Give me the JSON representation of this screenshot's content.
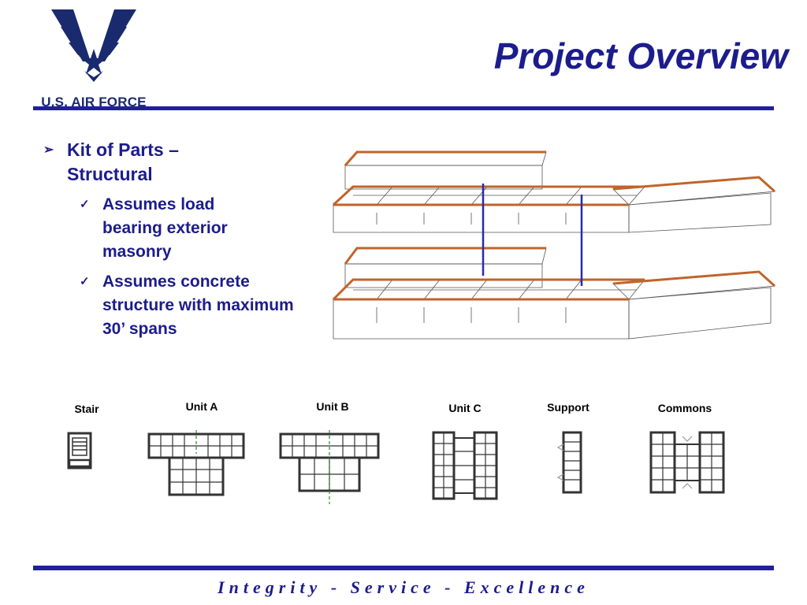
{
  "header": {
    "logo_text": "U.S. AIR FORCE",
    "title": "Project Overview"
  },
  "content": {
    "main_bullet": "Kit of Parts – Structural",
    "sub_bullets": [
      "Assumes load bearing exterior masonry",
      "Assumes concrete structure with maximum 30’ spans"
    ]
  },
  "units": [
    {
      "label": "Stair"
    },
    {
      "label": "Unit A"
    },
    {
      "label": "Unit B"
    },
    {
      "label": "Unit C"
    },
    {
      "label": "Support"
    },
    {
      "label": "Commons"
    }
  ],
  "footer": {
    "motto": "Integrity - Service - Excellence"
  },
  "colors": {
    "brand_blue": "#1c1c8c",
    "slab_orange": "#c0642a",
    "column_blue": "#2a2aa8"
  },
  "icons": {
    "logo": "air-force-wings-icon",
    "main_bullet": "arrow-bullet-icon",
    "sub_bullet": "check-icon"
  }
}
